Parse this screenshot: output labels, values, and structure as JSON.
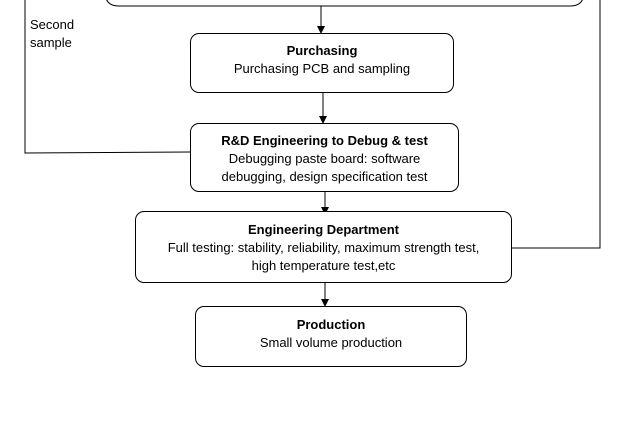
{
  "loop_label": {
    "line1": "Second",
    "line2": "sample"
  },
  "boxes": {
    "purchasing": {
      "title": "Purchasing",
      "body": "Purchasing PCB and sampling"
    },
    "rnd": {
      "title": "R&D Engineering to Debug & test",
      "line1": "Debugging paste board: software",
      "line2": "debugging, design specification test"
    },
    "engineering": {
      "title": "Engineering Department",
      "line1": "Full testing: stability, reliability, maximum strength test,",
      "line2": "high temperature test,etc"
    },
    "production": {
      "title": "Production",
      "body": "Small volume production"
    }
  }
}
